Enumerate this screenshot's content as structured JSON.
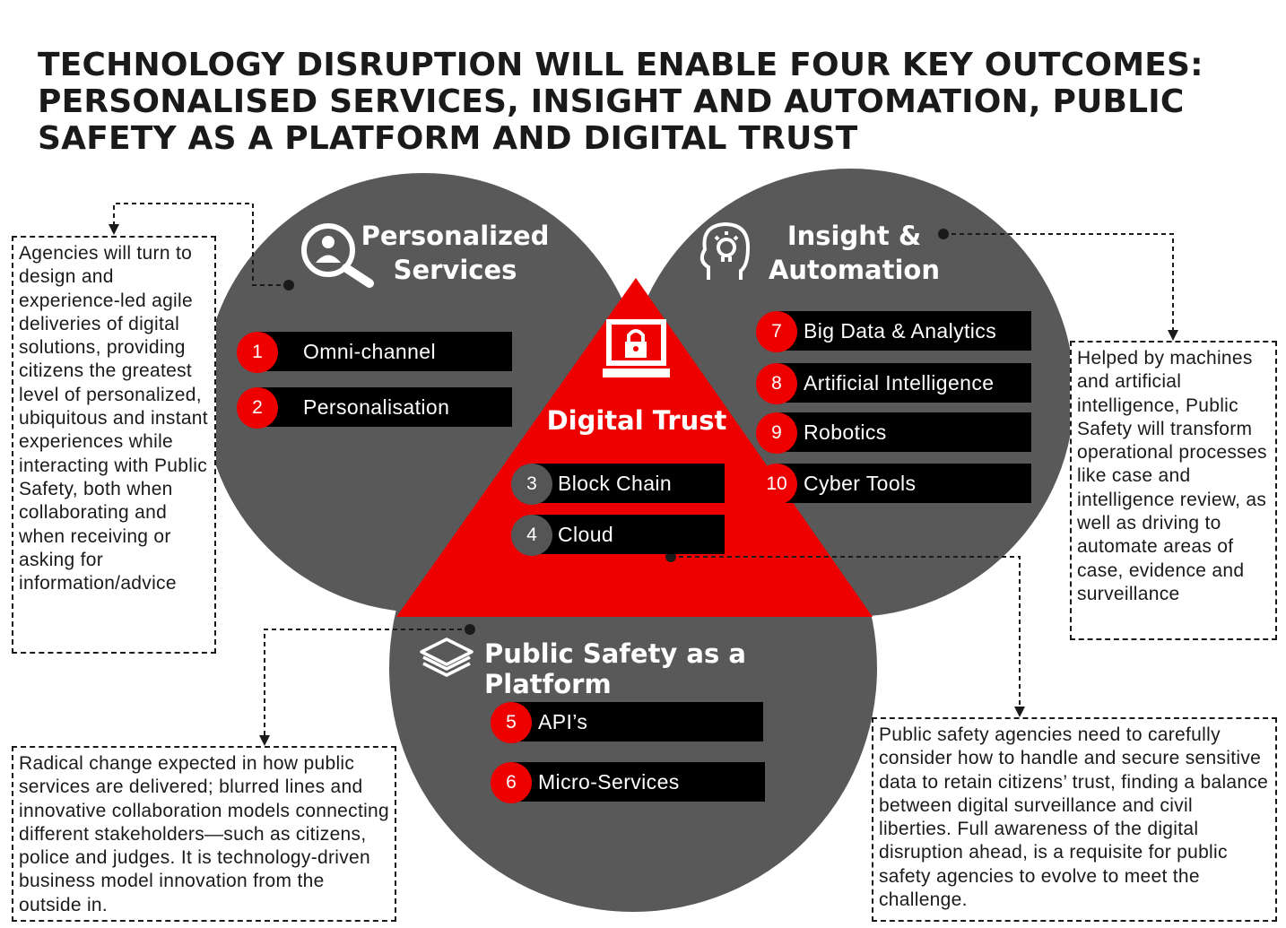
{
  "title_lines": [
    "TECHNOLOGY DISRUPTION WILL ENABLE FOUR KEY OUTCOMES:",
    "PERSONALISED SERVICES, INSIGHT AND AUTOMATION, PUBLIC",
    "SAFETY AS A PLATFORM AND DIGITAL TRUST"
  ],
  "colors": {
    "circle": "#595959",
    "triangle": "#ee0000",
    "badge_red": "#ee0000",
    "badge_gray": "#555555",
    "bar": "#000000"
  },
  "personalized": {
    "heading": [
      "Personalized",
      "Services"
    ],
    "icon": "person-search-icon",
    "items": [
      {
        "num": "1",
        "label": "Omni-channel"
      },
      {
        "num": "2",
        "label": "Personalisation"
      }
    ],
    "note": "Agencies will turn to design and experience-led agile deliveries of digital solutions, providing citizens the greatest level of personalized, ubiquitous and instant experiences while interacting with Public Safety, both when collaborating and when receiving or asking for information/advice"
  },
  "insight": {
    "heading": [
      "Insight &",
      "Automation"
    ],
    "icon": "head-lightbulb-icon",
    "items": [
      {
        "num": "7",
        "label": "Big Data & Analytics"
      },
      {
        "num": "8",
        "label": "Artificial Intelligence"
      },
      {
        "num": "9",
        "label": "Robotics"
      },
      {
        "num": "10",
        "label": "Cyber Tools"
      }
    ],
    "note": "Helped by machines and artificial intelligence, Public Safety will transform operational processes like case and intelligence review, as well as driving to automate areas of case, evidence and surveillance"
  },
  "trust": {
    "heading": "Digital Trust",
    "icon": "computer-lock-icon",
    "items": [
      {
        "num": "3",
        "label": "Block Chain"
      },
      {
        "num": "4",
        "label": "Cloud"
      }
    ],
    "note": "Public safety agencies need to carefully consider how to handle and secure sensitive data to retain citizens’ trust, finding a balance between digital surveillance and civil liberties. Full awareness of the digital disruption ahead, is a requisite for public safety agencies to evolve to meet the challenge."
  },
  "platform": {
    "heading": "Public Safety as a Platform",
    "icon": "layers-icon",
    "items": [
      {
        "num": "5",
        "label": "API’s"
      },
      {
        "num": "6",
        "label": "Micro-Services"
      }
    ],
    "note": "Radical change expected in how public services are delivered;  blurred lines and innovative collaboration models connecting different stakeholders—such as citizens, police and judges. It is technology-driven business model innovation from the outside in."
  }
}
